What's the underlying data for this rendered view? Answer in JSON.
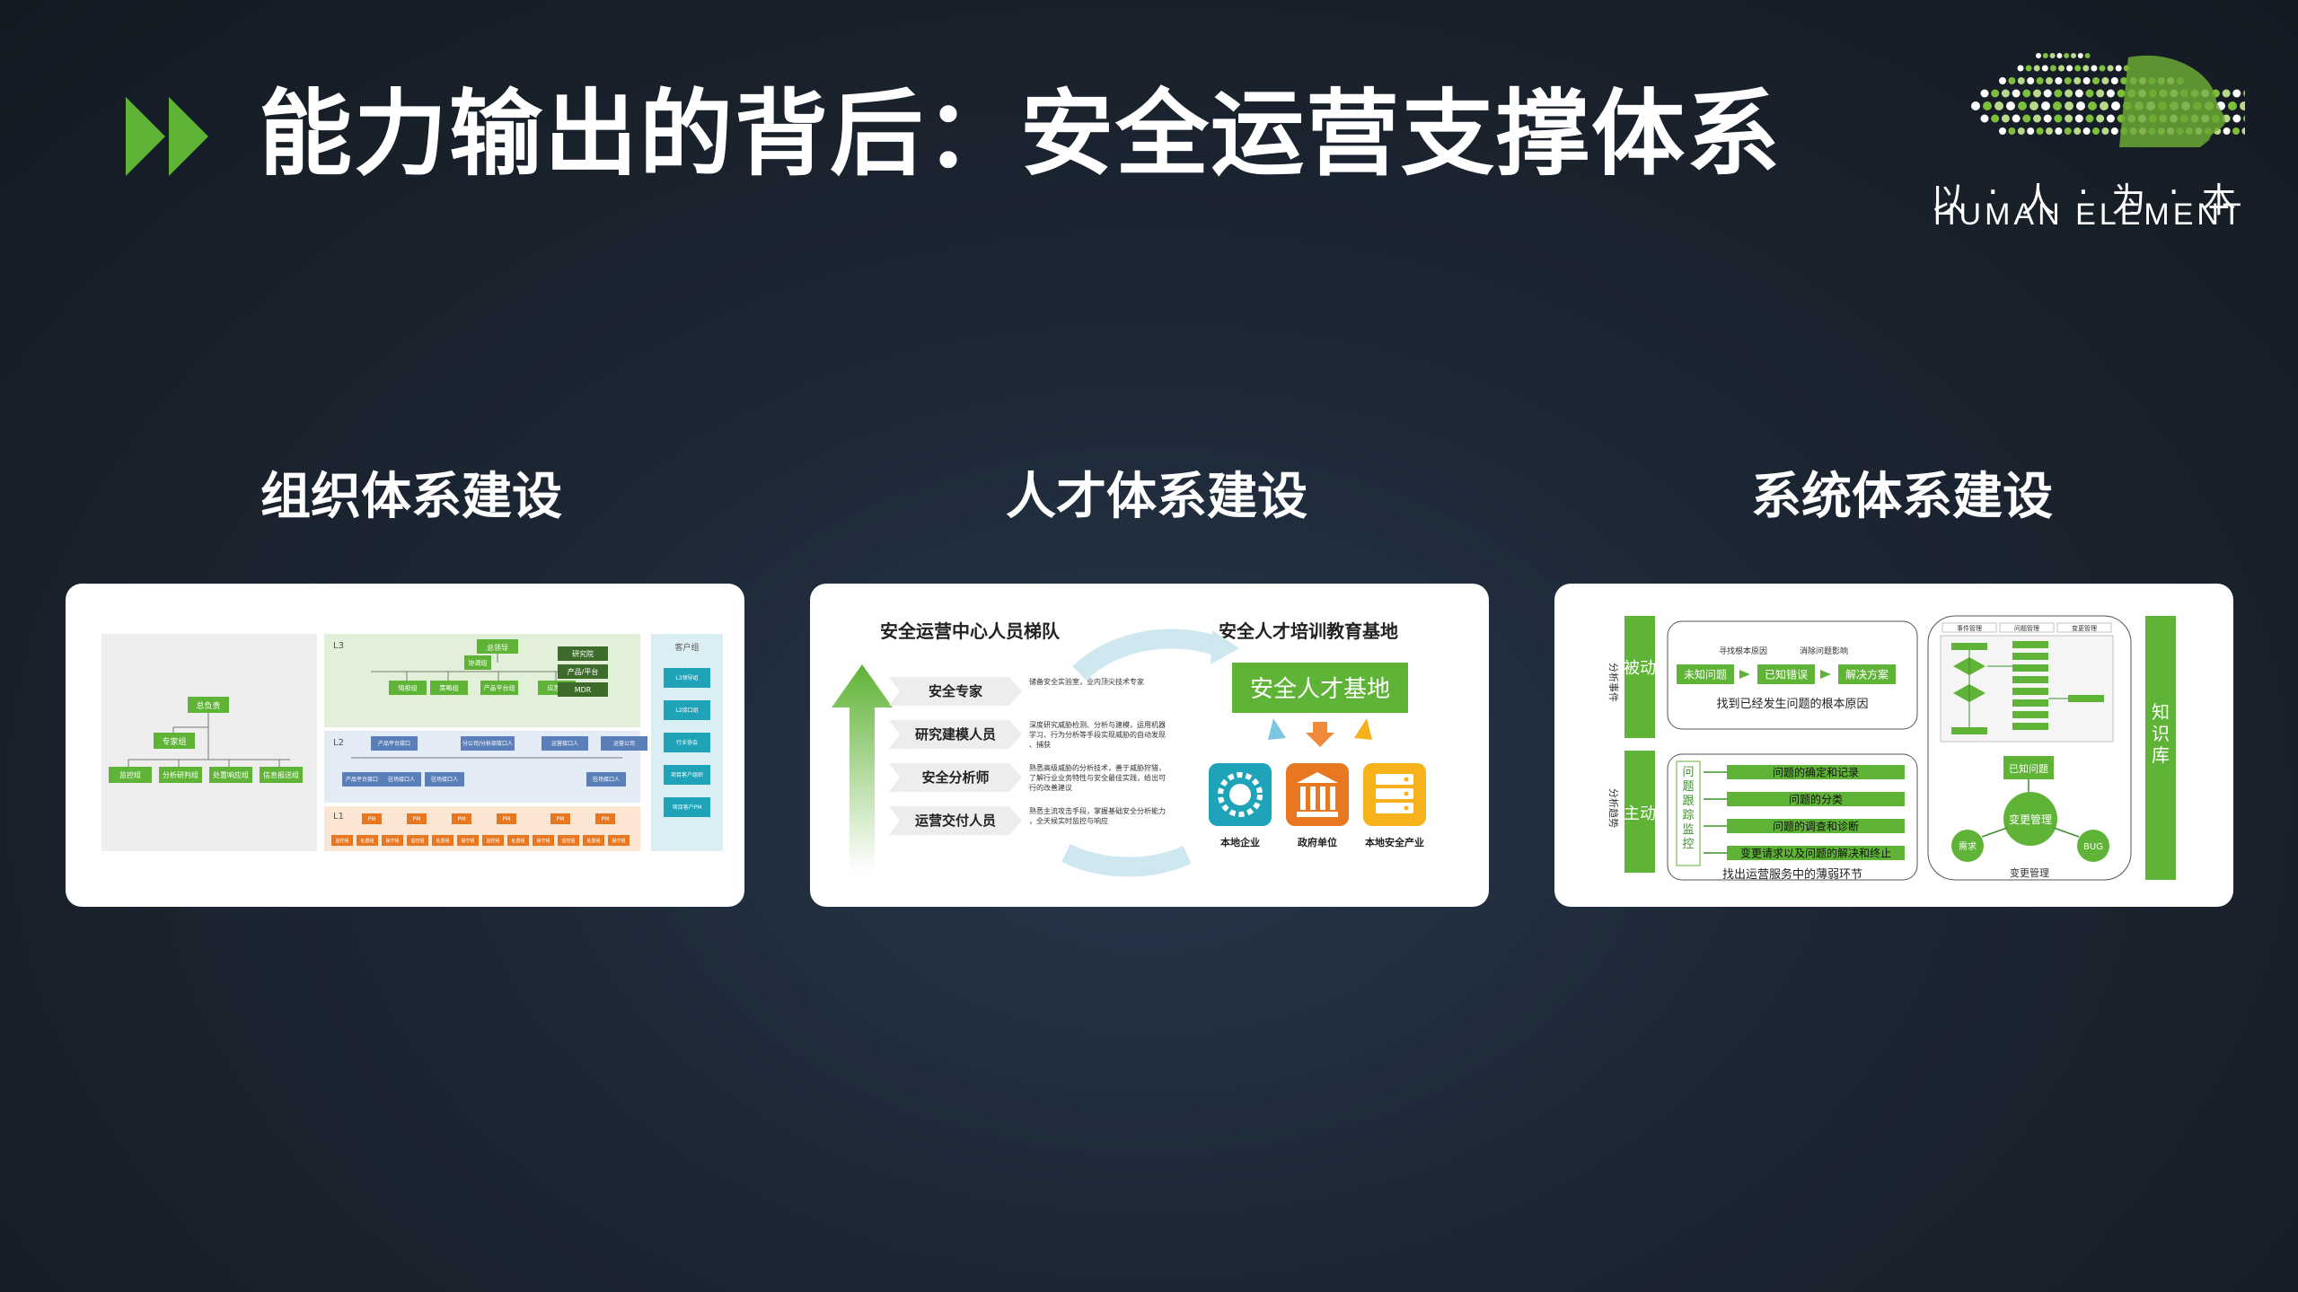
{
  "header": {
    "title": "能力输出的背后：安全运营支撑体系",
    "play_icon": "double-play-icon"
  },
  "logo": {
    "cn_chars": [
      "以",
      "·",
      "人",
      "·",
      "为",
      "·",
      "本"
    ],
    "en": "HUMAN ELEMENT",
    "icon": "human-head-dots-logo"
  },
  "columns": [
    {
      "title": "组织体系建设"
    },
    {
      "title": "人才体系建设"
    },
    {
      "title": "系统体系建设"
    }
  ],
  "org_card": {
    "l3": "L3",
    "l2": "L2",
    "l1": "L1",
    "chief": "总负责",
    "expert": "专家组",
    "left_groups": [
      "监控组",
      "分析研判组",
      "处置响应组",
      "信息报送组"
    ],
    "l3_top": "总领导",
    "l3_boxes": [
      "协调组",
      "情报组",
      "策略组",
      "产品平台组",
      "应急组"
    ],
    "l3_right": [
      "研究院",
      "产品/平台",
      "MDR"
    ],
    "l2_boxes": [
      "产品平台接口",
      "分公司/分析部接口人",
      "运营接口人",
      "运营公司"
    ],
    "l2_row2": [
      "产品平台接口",
      "驻场接口人",
      "驻场接口人",
      "驻场接口人"
    ],
    "l1_pm": "PM",
    "l1_bottom": [
      "监控组",
      "处置组",
      "操守组"
    ],
    "customer_title": "客户组",
    "customer_items": [
      "L3领导组",
      "L2接口组",
      "行业协会",
      "项目客户组织",
      "项目客户PM"
    ]
  },
  "talent_card": {
    "ladder_title": "安全运营中心人员梯队",
    "base_title": "安全人才培训教育基地",
    "base_label": "安全人才基地",
    "roles": [
      {
        "name": "安全专家",
        "desc": "储备安全实验室，业内顶尖技术专家"
      },
      {
        "name": "研究建模人员",
        "desc": "深度研究威胁检测、分析与建模，运用机器学习、行为分析等手段实现威胁的自动发现、捕获"
      },
      {
        "name": "安全分析师",
        "desc": "熟悉高级威胁的分析技术，善于威胁狩猎，了解行业业务特性与安全最佳实践，给出可行的改善建议"
      },
      {
        "name": "运营交付人员",
        "desc": "熟悉主流攻击手段，掌握基础安全分析能力，全天候实时监控与响应"
      }
    ],
    "partners": [
      {
        "label": "本地企业",
        "icon": "handshake-gear-icon"
      },
      {
        "label": "政府单位",
        "icon": "government-building-icon"
      },
      {
        "label": "本地安全产业",
        "icon": "server-rack-icon"
      }
    ]
  },
  "system_card": {
    "passive_side": "分析事件",
    "passive": "被动",
    "active_side": "分析趋势",
    "active": "主动",
    "passive_captions": [
      "寻找根本原因",
      "消除问题影响"
    ],
    "passive_steps": [
      "未知问题",
      "已知错误",
      "解决方案"
    ],
    "passive_goal": "找到已经发生问题的根本原因",
    "track_label": "问题跟踪监控",
    "track_items": [
      "问题的确定和记录",
      "问题的分类",
      "问题的调查和诊断",
      "变更请求以及问题的解决和终止"
    ],
    "active_goal": "找出运营服务中的薄弱环节",
    "flow_headers": [
      "事件管理",
      "问题管理",
      "变更管理"
    ],
    "known_issue": "已知问题",
    "change_mgmt": "变更管理",
    "demand": "需求",
    "bug": "BUG",
    "change_mgmt_caption": "变更管理",
    "kb": "知识库"
  },
  "colors": {
    "accent_green": "#5fb336",
    "dark_green": "#3d8f2a",
    "orange": "#e87722",
    "teal": "#1fa3b8",
    "yellow": "#f5b21b"
  }
}
